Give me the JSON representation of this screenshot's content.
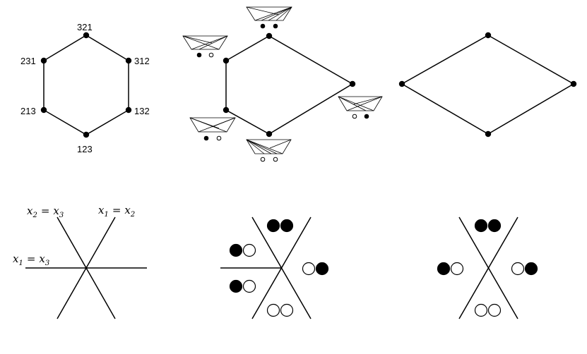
{
  "panel_hexagon": {
    "labels": {
      "top": "321",
      "upper_left": "231",
      "upper_right": "312",
      "lower_left": "213",
      "lower_right": "132",
      "bottom": "123"
    }
  },
  "panel_arrangement": {
    "lines": {
      "x2_eq_x3": {
        "var_a": "x",
        "sub_a": "2",
        "op": "=",
        "var_b": "x",
        "sub_b": "3"
      },
      "x1_eq_x2": {
        "var_a": "x",
        "sub_a": "1",
        "op": "=",
        "var_b": "x",
        "sub_b": "2"
      },
      "x1_eq_x3": {
        "var_a": "x",
        "sub_a": "1",
        "op": "=",
        "var_b": "x",
        "sub_b": "3"
      }
    }
  },
  "region_markers": {
    "middle": [
      {
        "region": "top",
        "dots": [
          "filled",
          "filled"
        ]
      },
      {
        "region": "upper-left",
        "dots": [
          "filled",
          "open"
        ]
      },
      {
        "region": "lower-left",
        "dots": [
          "filled",
          "open"
        ]
      },
      {
        "region": "right",
        "dots": [
          "open",
          "filled"
        ]
      },
      {
        "region": "bottom",
        "dots": [
          "open",
          "open"
        ]
      }
    ],
    "right": [
      {
        "region": "top",
        "dots": [
          "filled",
          "filled"
        ]
      },
      {
        "region": "left",
        "dots": [
          "filled",
          "open"
        ]
      },
      {
        "region": "right",
        "dots": [
          "open",
          "filled"
        ]
      },
      {
        "region": "bottom",
        "dots": [
          "open",
          "open"
        ]
      }
    ]
  },
  "tree_glyphs": [
    {
      "position": "top",
      "dots": [
        "filled",
        "filled"
      ]
    },
    {
      "position": "left",
      "dots": [
        "filled",
        "open"
      ]
    },
    {
      "position": "right",
      "dots": [
        "open",
        "filled"
      ]
    },
    {
      "position": "lower-left",
      "dots": [
        "filled",
        "open"
      ]
    },
    {
      "position": "bottom",
      "dots": [
        "open",
        "open"
      ]
    }
  ]
}
